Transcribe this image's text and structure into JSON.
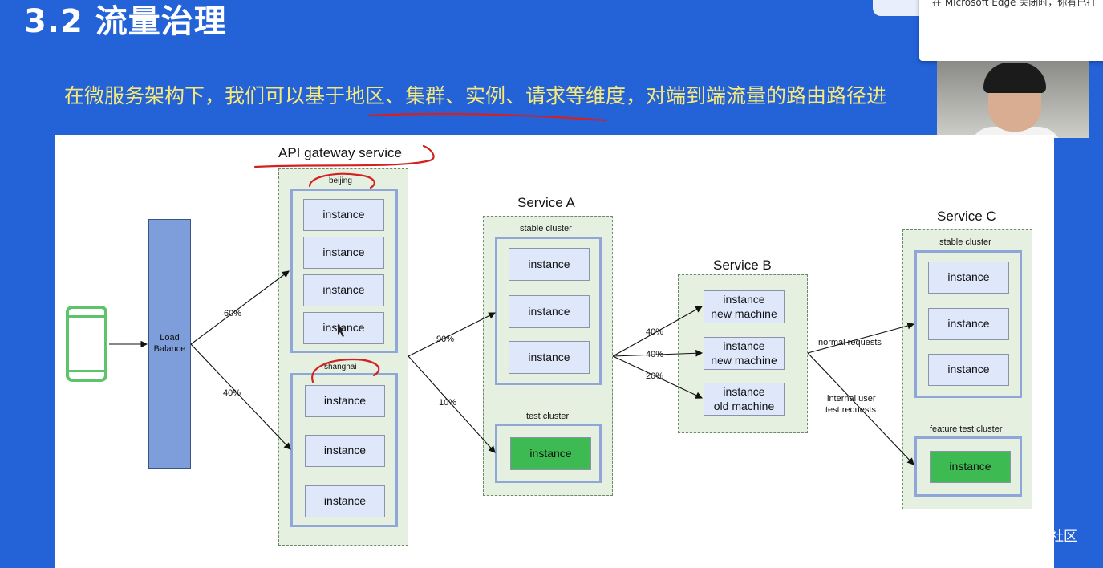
{
  "slide": {
    "title": "3.2 流量治理",
    "subtitle": "在微服务架构下，我们可以基于地区、集群、实例、请求等维度，对端到端流量的路由路径进",
    "watermark": "@稀土掘金技术社区"
  },
  "notification": {
    "text": "在 Microsoft Edge 关闭时，你有已打"
  },
  "diagram": {
    "gateway_title": "API gateway service",
    "load_balancer": {
      "line1": "Load",
      "line2": "Balance"
    },
    "regions": {
      "beijing": {
        "label": "beijing",
        "instances": [
          "instance",
          "instance",
          "instance",
          "instance"
        ]
      },
      "shanghai": {
        "label": "shanghai",
        "instances": [
          "instance",
          "instance",
          "instance"
        ]
      }
    },
    "service_a": {
      "title": "Service A",
      "stable_label": "stable cluster",
      "stable_instances": [
        "instance",
        "instance",
        "instance"
      ],
      "test_label": "test cluster",
      "test_instance": "instance"
    },
    "service_b": {
      "title": "Service B",
      "instances": [
        {
          "line1": "instance",
          "line2": "new machine"
        },
        {
          "line1": "instance",
          "line2": "new machine"
        },
        {
          "line1": "instance",
          "line2": "old machine"
        }
      ]
    },
    "service_c": {
      "title": "Service C",
      "stable_label": "stable cluster",
      "stable_instances": [
        "instance",
        "instance",
        "instance"
      ],
      "feature_label": "feature test cluster",
      "feature_instance": "instance"
    },
    "edges": {
      "lb_to_beijing": "60%",
      "lb_to_shanghai": "40%",
      "gw_to_stable": "90%",
      "gw_to_test": "10%",
      "a_to_b1": "40%",
      "a_to_b2": "40%",
      "a_to_b3": "20%",
      "b_to_c_normal": "normal requests",
      "b_to_c_internal_1": "internal user",
      "b_to_c_internal_2": "test requests"
    }
  },
  "colors": {
    "slide_bg": "#2462d8",
    "subtitle": "#f6e97a",
    "instance_fill": "#dfe7fb",
    "test_instance_fill": "#3dbb52",
    "cluster_bg": "#e6f0e0",
    "cluster_border": "#8fa6d8",
    "annotation": "#d42020"
  }
}
